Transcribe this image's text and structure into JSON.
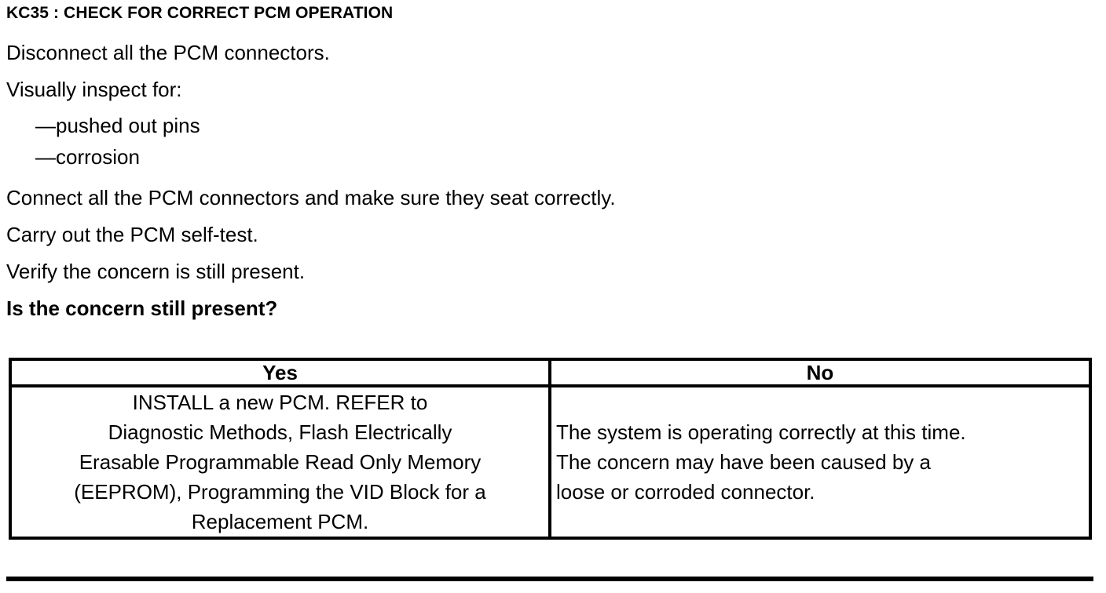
{
  "document": {
    "step_title": "KC35 : CHECK FOR CORRECT PCM OPERATION",
    "instructions": [
      {
        "text": "Disconnect all the PCM connectors.",
        "style": "normal"
      },
      {
        "text": "Visually inspect for:",
        "style": "normal"
      },
      {
        "text": "—pushed out pins",
        "style": "bullet"
      },
      {
        "text": "—corrosion",
        "style": "bullet"
      },
      {
        "text": "Connect all the PCM connectors and make sure they seat correctly.",
        "style": "normal"
      },
      {
        "text": "Carry out the PCM self-test.",
        "style": "normal"
      },
      {
        "text": "Verify the concern is still present.",
        "style": "normal"
      },
      {
        "text": "Is the concern still present?",
        "style": "bold"
      }
    ],
    "decision_table": {
      "headers": [
        "Yes",
        "No"
      ],
      "yes_lines": [
        "INSTALL a new PCM.  REFER to",
        "Diagnostic Methods, Flash Electrically",
        "Erasable Programmable Read Only Memory",
        "(EEPROM), Programming the VID Block for a",
        "Replacement PCM."
      ],
      "no_lines": [
        "The system is operating correctly at this time.",
        "The concern may have been caused by a",
        "loose or corroded connector."
      ]
    }
  },
  "colors": {
    "ink": "#000000",
    "paper": "#ffffff"
  }
}
